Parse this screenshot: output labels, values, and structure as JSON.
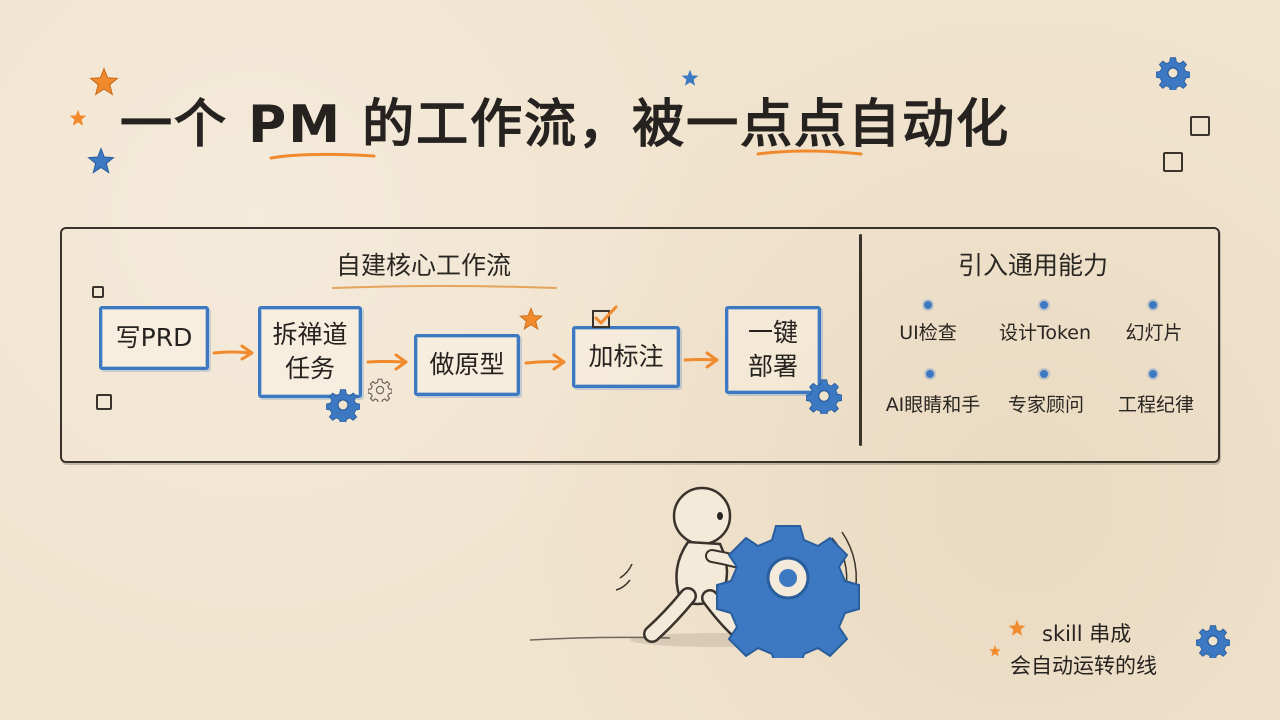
{
  "title": "一个 PM 的工作流，被一点点自动化",
  "core": {
    "title": "自建核心工作流",
    "steps": [
      {
        "line1": "写PRD",
        "line2": ""
      },
      {
        "line1": "拆禅道",
        "line2": "任务"
      },
      {
        "line1": "做原型",
        "line2": ""
      },
      {
        "line1": "加标注",
        "line2": ""
      },
      {
        "line1": "一键",
        "line2": "部署"
      }
    ]
  },
  "general": {
    "title": "引入通用能力",
    "capabilities": [
      "UI检查",
      "设计Token",
      "幻灯片",
      "AI眼睛和手",
      "专家顾问",
      "工程纪律"
    ]
  },
  "caption": {
    "line1": "skill 串成",
    "line2": "会自动运转的线"
  },
  "colors": {
    "accent_blue": "#3d79c2",
    "accent_orange": "#f08a2c",
    "ink": "#2a2622",
    "paper": "#f1e4cf"
  },
  "icons": [
    "star-icon",
    "gear-icon",
    "checkbox-icon",
    "arrow-icon",
    "figure-pushing-gear-illustration"
  ]
}
